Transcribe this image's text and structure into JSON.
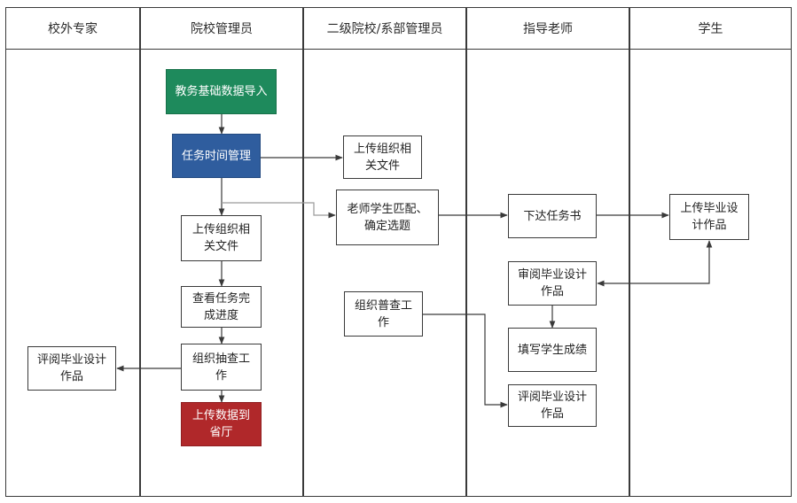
{
  "lanes": {
    "expert": "校外专家",
    "admin": "院校管理员",
    "dept": "二级院校/系部管理员",
    "teacher": "指导老师",
    "student": "学生"
  },
  "nodes": {
    "import": "教务基础数据导入",
    "time_mgmt": "任务时间管理",
    "admin_upload": "上传组织相关文件",
    "view_progress": "查看任务完成进度",
    "admin_check": "组织抽查工作",
    "upload_province": "上传数据到省厅",
    "dept_upload": "上传组织相关文件",
    "match": "老师学生匹配、确定选题",
    "dept_check": "组织普查工作",
    "assign": "下达任务书",
    "review": "审阅毕业设计作品",
    "grade": "填写学生成绩",
    "evaluate_teacher": "评阅毕业设计作品",
    "student_upload": "上传毕业设计作品",
    "expert_evaluate": "评阅毕业设计作品"
  },
  "colors": {
    "import": "#1e8a5c",
    "time_mgmt": "#2f5d9e",
    "upload_province": "#b0282a",
    "line": "#3a3a3a"
  }
}
